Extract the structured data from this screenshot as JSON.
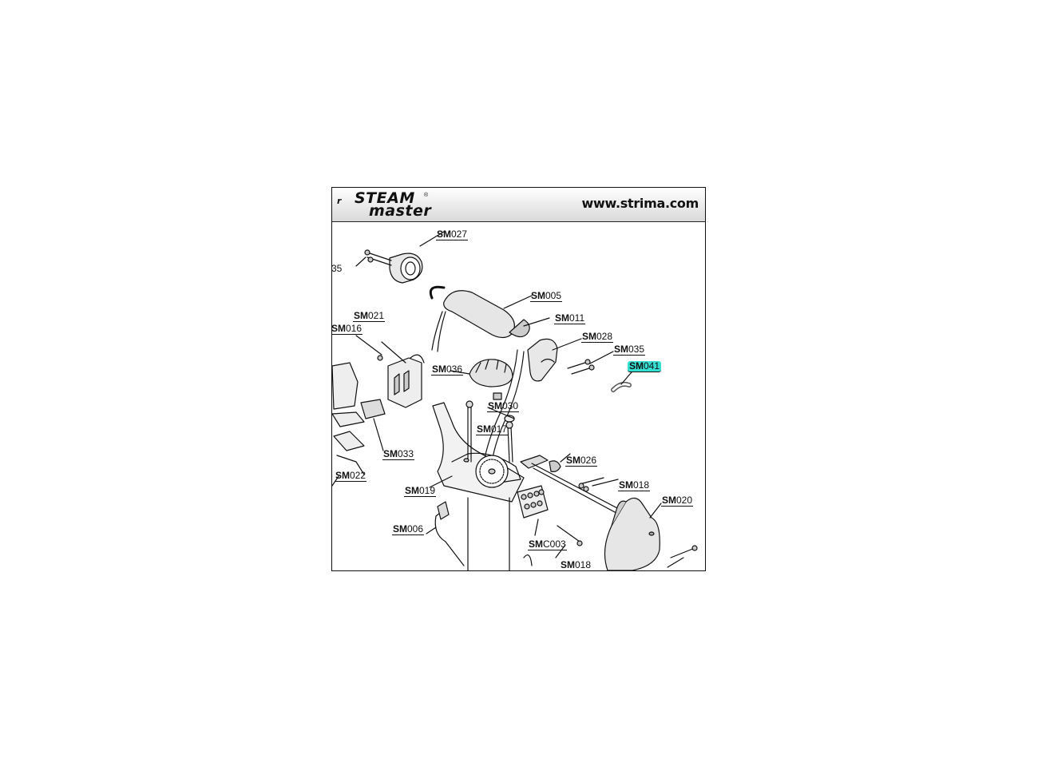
{
  "header": {
    "logo_line1": "STEAM",
    "logo_line2": "master",
    "logo_mark": "r",
    "registered": "®",
    "url": "www.strima.com"
  },
  "colors": {
    "highlight": "#35e0d3",
    "ink": "#111111"
  },
  "parts": [
    {
      "id": "sm027",
      "prefix": "SM",
      "code": "027",
      "highlighted": false
    },
    {
      "id": "sm035a",
      "prefix": "",
      "code": "35",
      "highlighted": false
    },
    {
      "id": "sm005",
      "prefix": "SM",
      "code": "005",
      "highlighted": false
    },
    {
      "id": "sm011",
      "prefix": "SM",
      "code": "011",
      "highlighted": false
    },
    {
      "id": "sm021",
      "prefix": "SM",
      "code": "021",
      "highlighted": false
    },
    {
      "id": "sm016",
      "prefix": "SM",
      "code": "016",
      "highlighted": false
    },
    {
      "id": "sm028",
      "prefix": "SM",
      "code": "028",
      "highlighted": false
    },
    {
      "id": "sm035b",
      "prefix": "SM",
      "code": "035",
      "highlighted": false
    },
    {
      "id": "sm041",
      "prefix": "SM",
      "code": "041",
      "highlighted": true
    },
    {
      "id": "sm036",
      "prefix": "SM",
      "code": "036",
      "highlighted": false
    },
    {
      "id": "sm030",
      "prefix": "SM",
      "code": "030",
      "highlighted": false
    },
    {
      "id": "sm017",
      "prefix": "SM",
      "code": "017",
      "highlighted": false
    },
    {
      "id": "sm033",
      "prefix": "SM",
      "code": "033",
      "highlighted": false
    },
    {
      "id": "sm026",
      "prefix": "SM",
      "code": "026",
      "highlighted": false
    },
    {
      "id": "sm022",
      "prefix": "SM",
      "code": "022",
      "highlighted": false
    },
    {
      "id": "sm018a",
      "prefix": "SM",
      "code": "018",
      "highlighted": false
    },
    {
      "id": "sm019",
      "prefix": "SM",
      "code": "019",
      "highlighted": false
    },
    {
      "id": "sm020",
      "prefix": "SM",
      "code": "020",
      "highlighted": false
    },
    {
      "id": "sm006",
      "prefix": "SM",
      "code": "006",
      "highlighted": false
    },
    {
      "id": "smc003",
      "prefix": "SM",
      "code": "C003",
      "highlighted": false
    },
    {
      "id": "sm018b",
      "prefix": "SM",
      "code": "018",
      "highlighted": false
    }
  ]
}
